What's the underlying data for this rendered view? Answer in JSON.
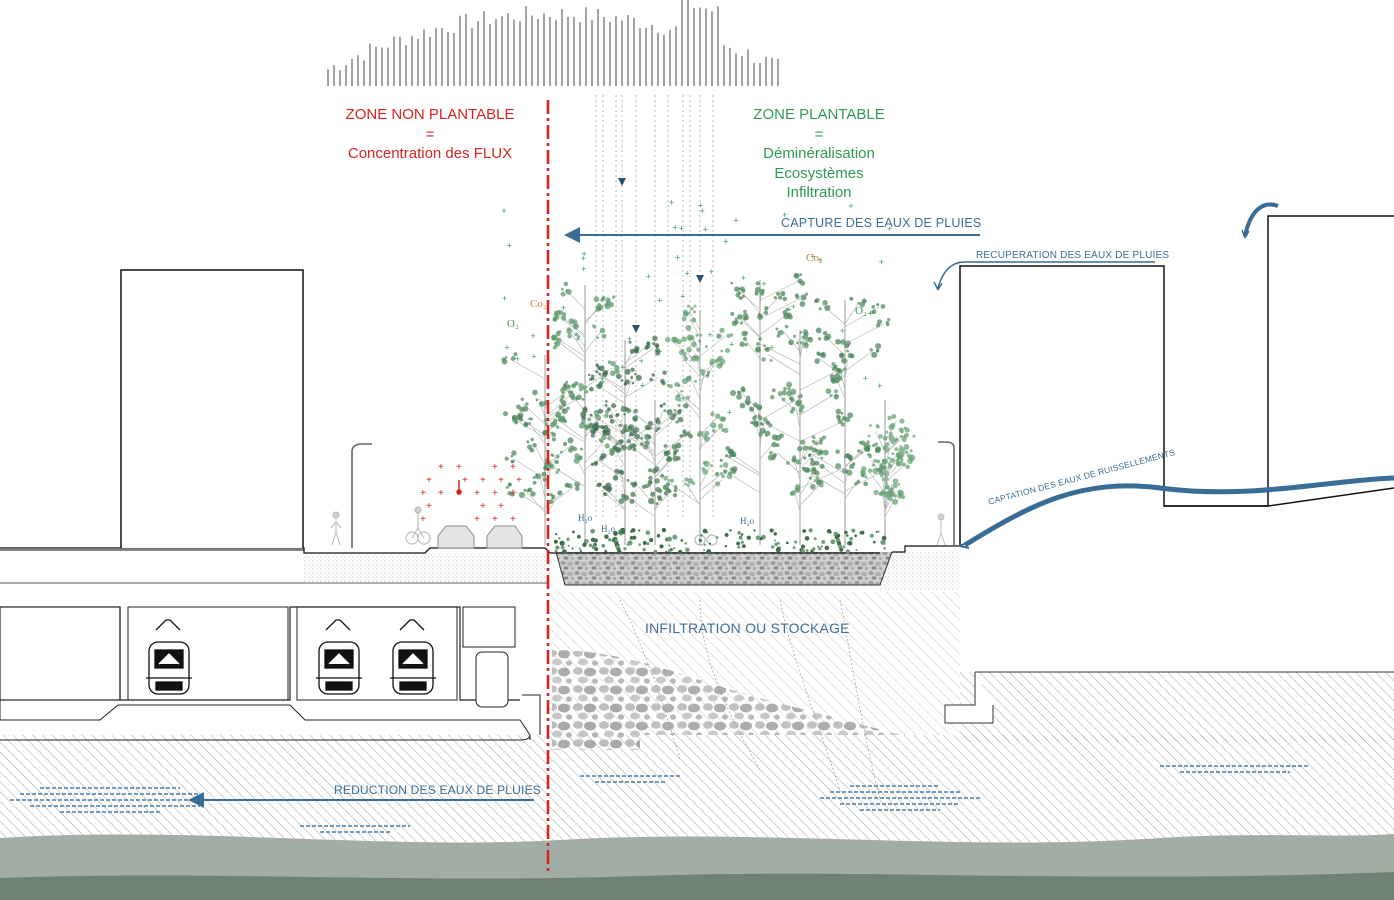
{
  "zones": {
    "non_plantable": {
      "title": "ZONE NON PLANTABLE",
      "equals": "=",
      "line1": "Concentration des FLUX"
    },
    "plantable": {
      "title": "ZONE PLANTABLE",
      "equals": "=",
      "line1": "Déminéralisation",
      "line2": "Ecosystèmes",
      "line3": "Infiltration"
    }
  },
  "flows": {
    "capture": "CAPTURE DES EAUX DE PLUIES",
    "recuperation": "RECUPERATION DES EAUX DE PLUIES",
    "captation": "CAPTATION DES EAUX DE RUISSELLEMENTS",
    "infiltration": "INFILTRATION OU STOCKAGE",
    "reduction": "REDUCTION DES EAUX DE PLUIES"
  },
  "chem": {
    "co2": "Co₂",
    "o2": "O₂",
    "h2o": "H₂o"
  },
  "colors": {
    "red": "#d8241f",
    "green": "#2f9a52",
    "blue": "#3a6d96",
    "soil_dark": "#6f8374",
    "soil_mid": "#a2aea5",
    "soil_light": "#c9d1cb"
  }
}
